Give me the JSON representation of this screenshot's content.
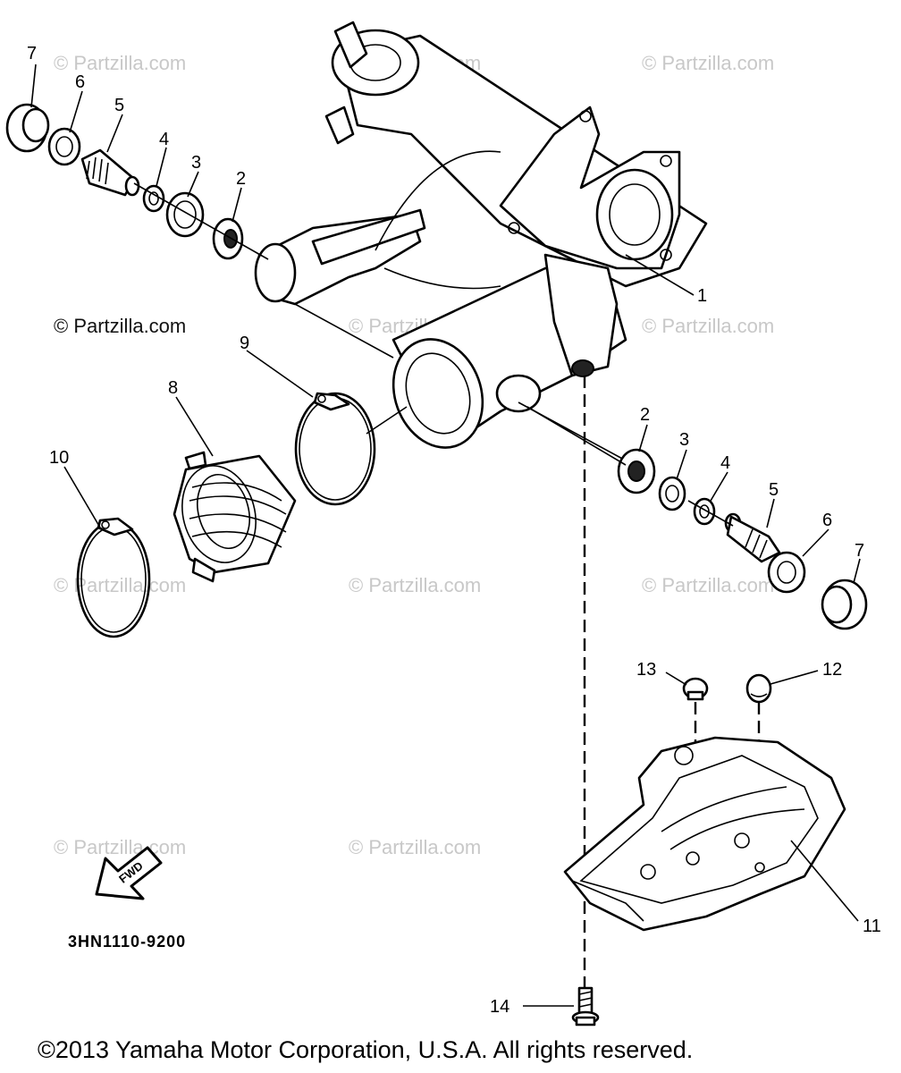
{
  "watermarks": {
    "text": "© Partzilla.com"
  },
  "callouts": {
    "left_7": "7",
    "left_6": "6",
    "left_5": "5",
    "left_4": "4",
    "left_3": "3",
    "left_2": "2",
    "p1": "1",
    "p8": "8",
    "p9": "9",
    "p10": "10",
    "right_2": "2",
    "right_3": "3",
    "right_4": "4",
    "right_5": "5",
    "right_6": "6",
    "right_7": "7",
    "p11": "11",
    "p12": "12",
    "p13": "13",
    "p14": "14"
  },
  "fwd_arrow_label": "FWD",
  "diagram_code": "3HN1110-9200",
  "copyright": "©2013  Yamaha Motor Corporation, U.S.A. All rights reserved."
}
